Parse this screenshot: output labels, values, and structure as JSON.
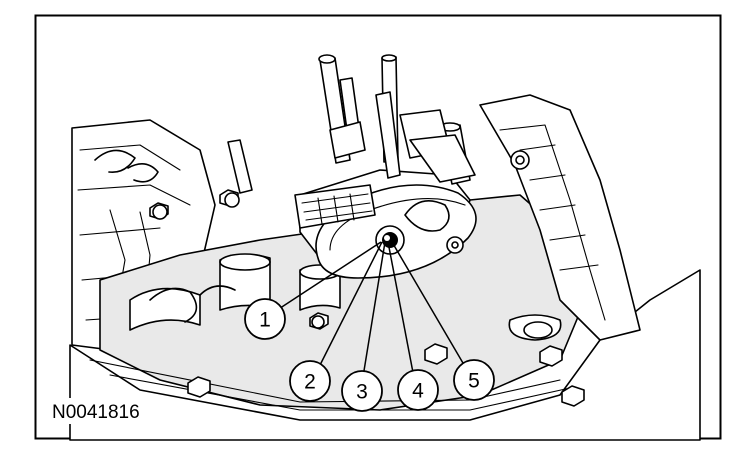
{
  "figure": {
    "code": "N0041816",
    "callouts": [
      {
        "number": "1"
      },
      {
        "number": "2"
      },
      {
        "number": "3"
      },
      {
        "number": "4"
      },
      {
        "number": "5"
      }
    ]
  }
}
